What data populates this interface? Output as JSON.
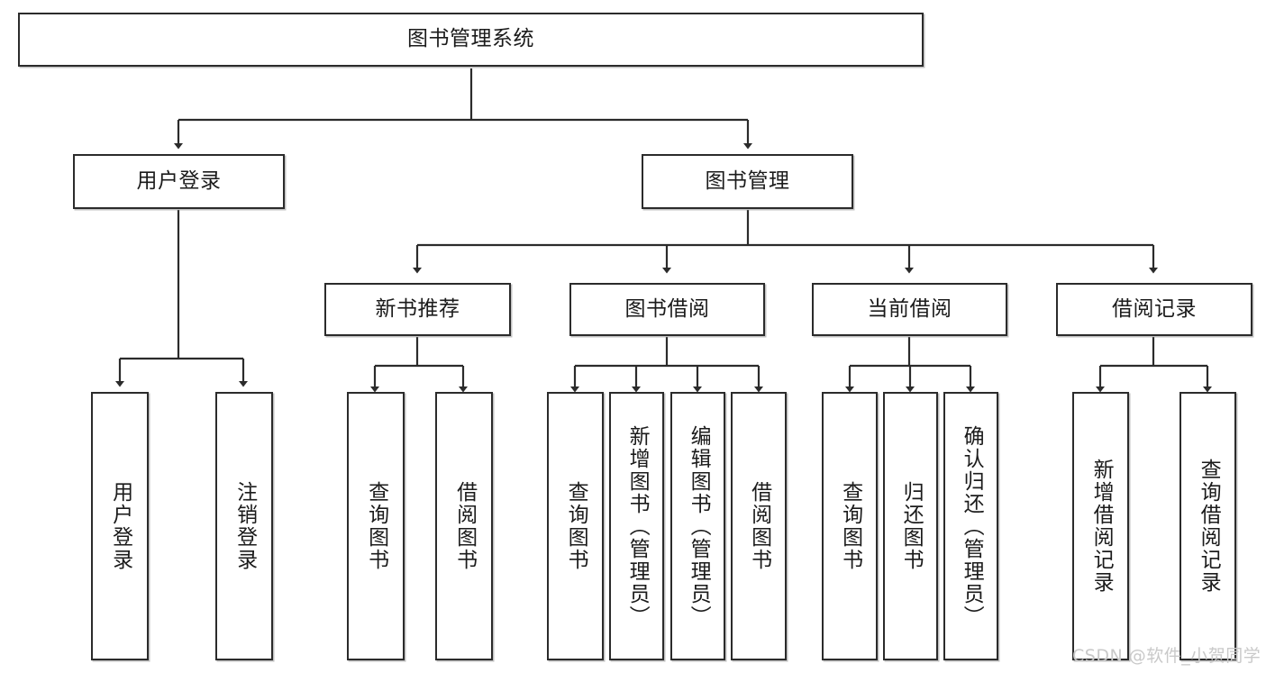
{
  "diagram": {
    "title": "图书管理系统",
    "type": "tree",
    "root": {
      "label": "图书管理系统"
    },
    "level1": [
      {
        "label": "用户登录"
      },
      {
        "label": "图书管理"
      }
    ],
    "level2": [
      {
        "label": "新书推荐"
      },
      {
        "label": "图书借阅"
      },
      {
        "label": "当前借阅"
      },
      {
        "label": "借阅记录"
      }
    ],
    "leaves": {
      "user_login": [
        {
          "label": "用户登录"
        },
        {
          "label": "注销登录"
        }
      ],
      "new_book_recommend": [
        {
          "label": "查询图书"
        },
        {
          "label": "借阅图书"
        }
      ],
      "book_borrow": [
        {
          "label": "查询图书"
        },
        {
          "label": "新增图书（管理员）"
        },
        {
          "label": "编辑图书（管理员）"
        },
        {
          "label": "借阅图书"
        }
      ],
      "current_borrow": [
        {
          "label": "查询图书"
        },
        {
          "label": "归还图书"
        },
        {
          "label": "确认归还（管理员）"
        }
      ],
      "borrow_record": [
        {
          "label": "新增借阅记录"
        },
        {
          "label": "查询借阅记录"
        }
      ]
    }
  },
  "watermark": {
    "text": "CSDN @软件_小贺同学"
  },
  "colors": {
    "stroke": "#2b2b2b",
    "background": "#ffffff",
    "text": "#1b1b1b",
    "watermark": "#c9c9c9"
  }
}
